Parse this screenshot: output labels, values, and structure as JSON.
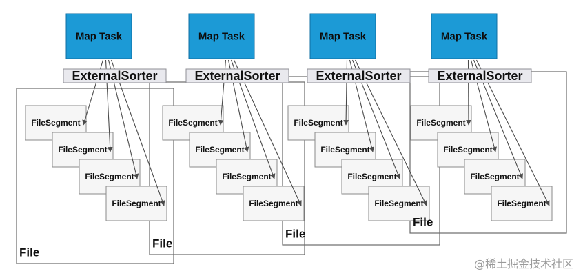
{
  "labels": {
    "map_task": "Map Task",
    "external_sorter": "ExternalSorter",
    "file_segment": "FileSegment",
    "file": "File"
  },
  "watermark": "@稀土掘金技术社区",
  "colors": {
    "map_task_fill": "#1c9ad6",
    "map_task_border": "#0f6fa3",
    "sorter_fill": "#e9e9ee",
    "sorter_border": "#8f8f96",
    "segment_fill": "#f6f6f6",
    "segment_border": "#8a8a8a",
    "file_border": "#6a6a6a",
    "arrow": "#4a4a4a"
  },
  "groups": [
    {
      "name": "group-1",
      "segment_count": 4
    },
    {
      "name": "group-2",
      "segment_count": 4
    },
    {
      "name": "group-3",
      "segment_count": 4
    },
    {
      "name": "group-4",
      "segment_count": 4
    }
  ]
}
